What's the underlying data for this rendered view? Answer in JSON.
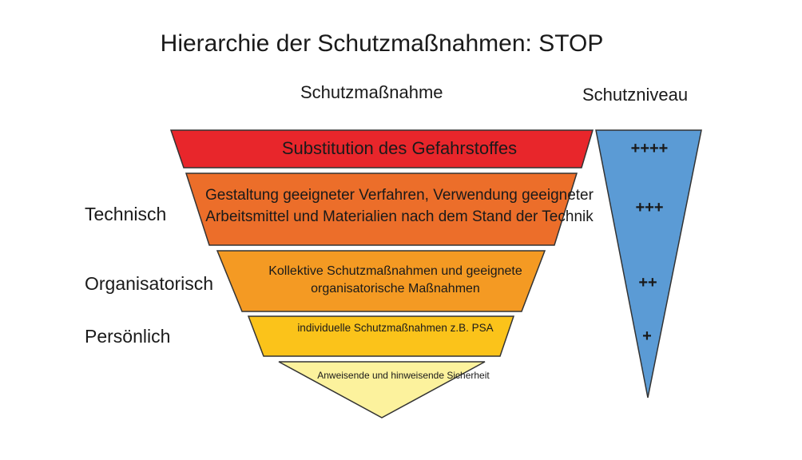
{
  "title": "Hierarchie der Schutzmaßnahmen: STOP",
  "headers": {
    "measure": "Schutzmaßnahme",
    "protection_level": "Schutzniveau"
  },
  "side_labels": {
    "technical": "Technisch",
    "organisational": "Organisatorisch",
    "personal": "Persönlich"
  },
  "levels": [
    {
      "text": "Substitution des Gefahrstoffes",
      "color": "#e8262b"
    },
    {
      "text": "Gestaltung geeigneter Verfahren, Verwendung geeigneter Arbeitsmittel und Materialien nach dem Stand der Technik",
      "color": "#ec6e2a"
    },
    {
      "text": "Kollektive Schutzmaßnahmen und geeignete organisatorische Maßnahmen",
      "color": "#f49a23"
    },
    {
      "text": "individuelle Schutzmaßnahmen z.B. PSA",
      "color": "#fbc31a"
    },
    {
      "text": "Anweisende und hinweisende Sicherheit",
      "color": "#fcf29d"
    }
  ],
  "protection_marks": [
    "++++",
    "+++",
    "++",
    "+"
  ],
  "protection_color": "#5b9bd5"
}
